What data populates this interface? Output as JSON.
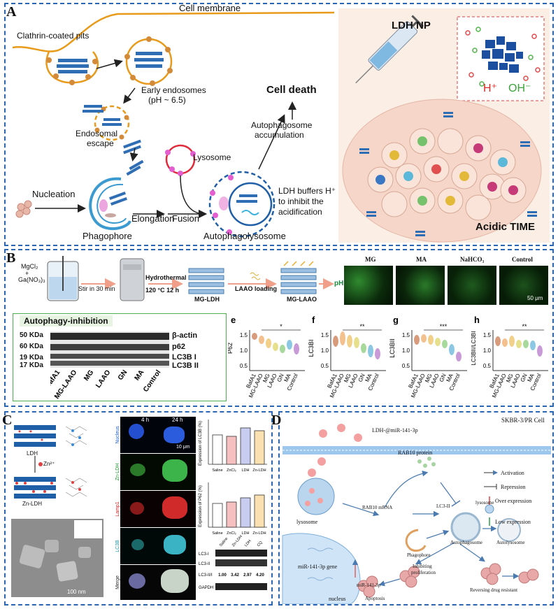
{
  "panels": {
    "A": "A",
    "B": "B",
    "C": "C",
    "D": "D"
  },
  "panelA": {
    "cell_membrane": "Cell membrane",
    "clathrin": "Clathrin-coated pits",
    "early_endo_1": "Early endosomes",
    "early_endo_2": "(pH ~ 6.5)",
    "endo_escape_1": "Endosomal",
    "endo_escape_2": "escape",
    "cell_death": "Cell death",
    "auto_acc_1": "Autophagosome",
    "auto_acc_2": "accumulation",
    "lysosome": "Lysosome",
    "nucleation": "Nucleation",
    "elongation": "Elongation",
    "fusion": "Fusion",
    "phagophore": "Phagophore",
    "autophagolysosome": "Autophagolysosome",
    "ldh_buffers_1": "LDH buffers H⁺",
    "ldh_buffers_2": "to inhibit the",
    "ldh_buffers_3": "acidification",
    "ldh_np": "LDH NP",
    "h_plus": "H⁺",
    "oh_minus": "OH⁻",
    "acidic_time": "Acidic TIME"
  },
  "panelB": {
    "reagent_1": "MgCl₂",
    "reagent_2": "+",
    "reagent_3": "Ga(NO₃)₃",
    "stir": "Stir in 30 min",
    "hydrothermal": "Hydrothermal",
    "hydro_cond": "120 °C    12 h",
    "mg_ldh": "MG-LDH",
    "laao_loading": "LAAO loading",
    "mg_laao": "MG-LAAO",
    "ph": "pH",
    "micro_labels": [
      "MG",
      "MA",
      "NaHCO₃",
      "Control"
    ],
    "scale": "50 μm",
    "blot_title": "Autophagy-inhibition",
    "kda": [
      "50 KDa",
      "60 KDa",
      "19 KDa",
      "17 KDa"
    ],
    "proteins": [
      "β-actin",
      "p62",
      "LC3B I",
      "LC3B II"
    ],
    "lanes": [
      "BafA1",
      "MG-LAAO",
      "MG",
      "LAAO",
      "GN",
      "MA",
      "Control"
    ],
    "charts": [
      {
        "letter": "e",
        "ylabel": "P62",
        "yticks": [
          "1.5",
          "1.0",
          "0.5"
        ],
        "sig": "*"
      },
      {
        "letter": "f",
        "ylabel": "LC3BI",
        "yticks": [
          "1.5",
          "1.0",
          "0.5"
        ],
        "sig": "**"
      },
      {
        "letter": "g",
        "ylabel": "LC3BII",
        "yticks": [
          "1.5",
          "1.0",
          "0.5"
        ],
        "sig": "***"
      },
      {
        "letter": "h",
        "ylabel": "LC3BII/LC3BI",
        "yticks": [
          "1.5",
          "1.0",
          "0.5"
        ],
        "sig": "**"
      }
    ],
    "chart_lanes": [
      "BafA1",
      "MG-LAAO",
      "MG",
      "LAAO",
      "GN",
      "MA",
      "Control"
    ]
  },
  "panelC": {
    "ldh": "LDH",
    "zn": "Zn²⁺",
    "zn_ldh": "Zn-LDH",
    "scale_tem": "100 nm",
    "time_4h": "4 h",
    "time_24h": "24 h",
    "scale_conf": "10 μm",
    "rows": [
      "Nucleus",
      "Zn-LDH",
      "Lamp1",
      "LC3B",
      "Merge"
    ],
    "bar1_ylabel": "Expression of LC3B (%)",
    "bar2_ylabel": "Expression of P62 (%)",
    "bar_groups": [
      "Saline",
      "ZnCl₂",
      "LDH",
      "Zn-LDH"
    ],
    "wb_lanes": [
      "Saline",
      "Zn-LDH",
      "LDH",
      "CQ"
    ],
    "wb_rows": [
      "LC3-I",
      "LC3-II",
      "LC3-II/I",
      "GAPDH"
    ],
    "wb_values": [
      "1.00",
      "3.42",
      "2.97",
      "4.20"
    ]
  },
  "panelD": {
    "cell": "SKBR-3/PR Cell",
    "ldh_mir": "LDH-@miR-141-3p",
    "rab10_protein": "RAB10 protein",
    "rab10_mrna": "RAB10 mRNA",
    "lc3": "LC3-II",
    "lysosome": "lysosome",
    "lysosome2": "lysosome",
    "phagophore": "Phagophore",
    "autophagosome": "Autophagosome",
    "autolysosome": "Autolysosome",
    "gene": "miR-141-3p gene",
    "mir": "miR-141-3p",
    "nucleus": "nucleus",
    "inhibiting_1": "Inhibiting",
    "inhibiting_2": "proliferation",
    "apoptosis": "Apoptosis",
    "reversing": "Reversing drug resistant",
    "legend": [
      "Activation",
      "Repression",
      "Over expression",
      "Low expression"
    ]
  }
}
